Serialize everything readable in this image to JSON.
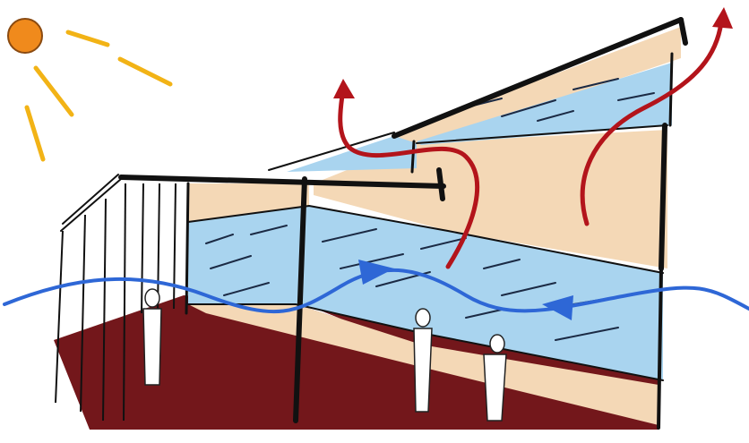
{
  "figure": {
    "kind": "hand-drawn section sketch",
    "labels": []
  },
  "colors": {
    "sun": "#f08a1c",
    "sun_rays": "#f2b316",
    "glass": "#a9d4ef",
    "glass_streaks": "#1b2a44",
    "wall": "#f4d8b6",
    "floor": "#6b0b0f",
    "ink": "#111111",
    "warm_air": "#b3141b",
    "cool_air": "#2e67d6"
  },
  "icons": [
    "sun-icon",
    "warm-air-arrow",
    "cool-air-arrow",
    "person-figure"
  ]
}
